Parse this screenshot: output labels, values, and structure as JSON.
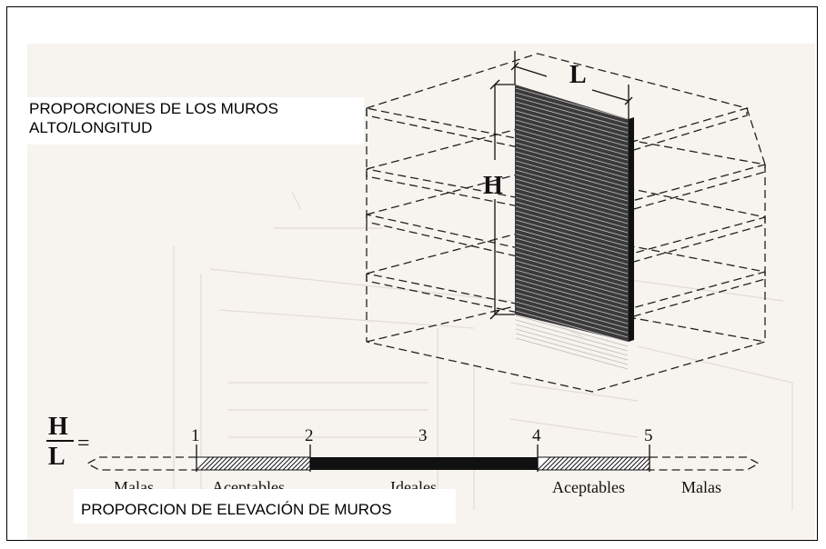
{
  "title": {
    "line1": "PROPORCIONES DE LOS MUROS",
    "line2": "ALTO/LONGITUD"
  },
  "caption": "PROPORCION DE ELEVACIÓN DE MUROS",
  "labels": {
    "length": "L",
    "height": "H"
  },
  "ratio": {
    "numerator": "H",
    "denominator": "L",
    "equals": "="
  },
  "scale": {
    "ticks": [
      "1",
      "2",
      "3",
      "4",
      "5"
    ],
    "zones": [
      "Malas",
      "Aceptables",
      "Ideales",
      "Aceptables",
      "Malas"
    ]
  },
  "colors": {
    "ink": "#111111",
    "background": "#f7f3ee"
  }
}
